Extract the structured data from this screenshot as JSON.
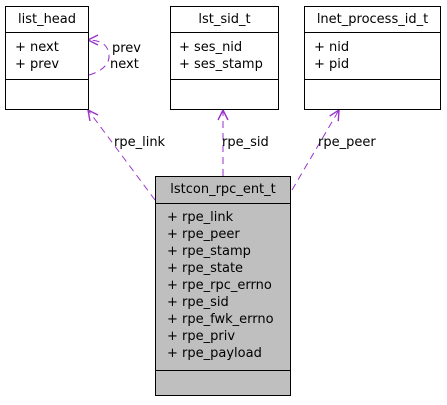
{
  "colors": {
    "edge": "#9a32cd",
    "box_fill": "#ffffff",
    "main_box_fill": "#bfbfbf",
    "border": "#000000"
  },
  "classes": {
    "list_head": {
      "name": "list_head",
      "attributes": [
        "+ next",
        "+ prev"
      ]
    },
    "lst_sid_t": {
      "name": "lst_sid_t",
      "attributes": [
        "+ ses_nid",
        "+ ses_stamp"
      ]
    },
    "lnet_process_id_t": {
      "name": "lnet_process_id_t",
      "attributes": [
        "+ nid",
        "+ pid"
      ]
    },
    "lstcon_rpc_ent_t": {
      "name": "lstcon_rpc_ent_t",
      "attributes": [
        "+ rpe_link",
        "+ rpe_peer",
        "+ rpe_stamp",
        "+ rpe_state",
        "+ rpe_rpc_errno",
        "+ rpe_sid",
        "+ rpe_fwk_errno",
        "+ rpe_priv",
        "+ rpe_payload"
      ]
    }
  },
  "edges": {
    "self_prev": "prev",
    "self_next": "next",
    "rpe_link": "rpe_link",
    "rpe_sid": "rpe_sid",
    "rpe_peer": "rpe_peer"
  }
}
